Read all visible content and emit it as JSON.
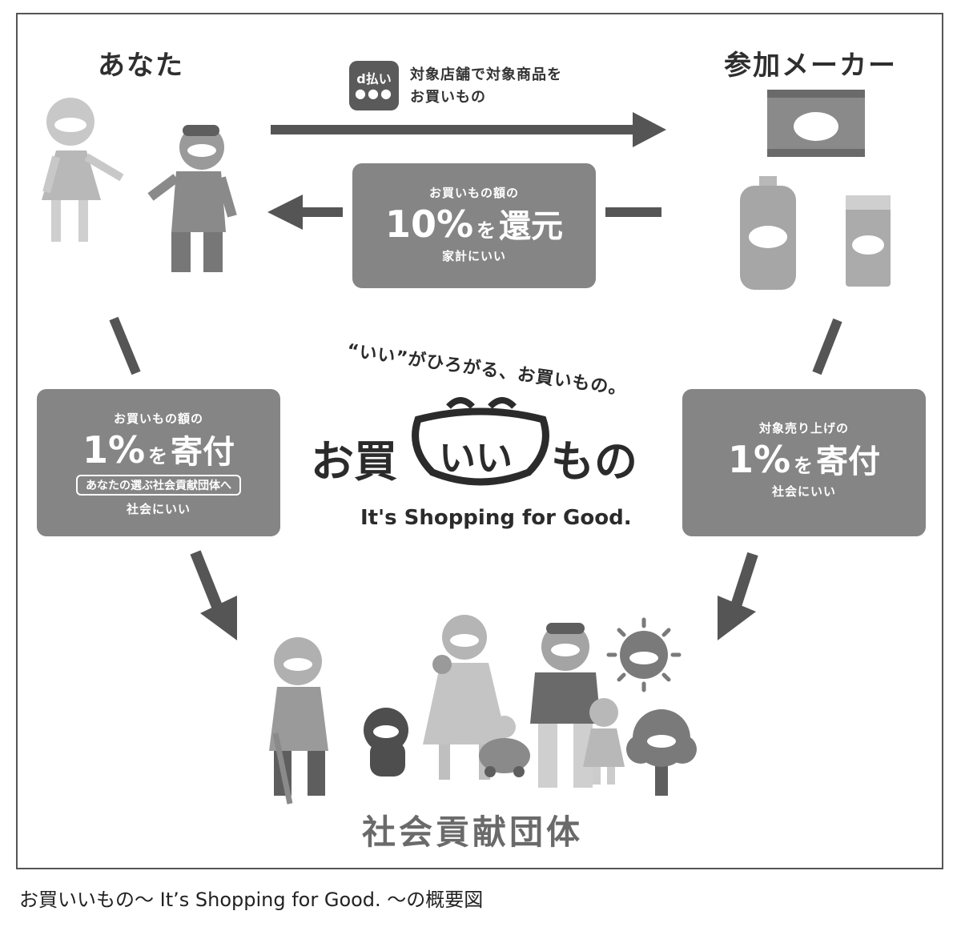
{
  "headings": {
    "you": "あなた",
    "maker": "参加メーカー",
    "org": "社会貢献団体"
  },
  "dpay": {
    "label": "d払い",
    "dots": "●●●",
    "line1": "対象店舗で対象商品を",
    "line2": "お買いもの"
  },
  "box_return": {
    "line1": "お買いもの額の",
    "number": "10%",
    "particle": "を",
    "word": "還元",
    "line3": "家計にいい"
  },
  "box_left": {
    "line1": "お買いもの額の",
    "number": "1%",
    "particle": "を",
    "word": "寄付",
    "pill": "あなたの選ぶ社会貢献団体へ",
    "line4": "社会にいい"
  },
  "box_right": {
    "line1": "対象売り上げの",
    "number": "1%",
    "particle": "を",
    "word": "寄付",
    "line3": "社会にいい"
  },
  "logo": {
    "tagline": "“いい”がひろがる、お買いもの。",
    "left": "お買",
    "mid": "いい",
    "right": "もの",
    "english": "It's Shopping for Good."
  },
  "caption": "お買いいもの〜 It’s Shopping for Good. 〜の概要図",
  "colors": {
    "box": "#858585",
    "arrow": "#555555",
    "figure_light": "#c4c4c4",
    "figure_mid": "#9a9a9a",
    "figure_dark": "#5e5e5e"
  }
}
